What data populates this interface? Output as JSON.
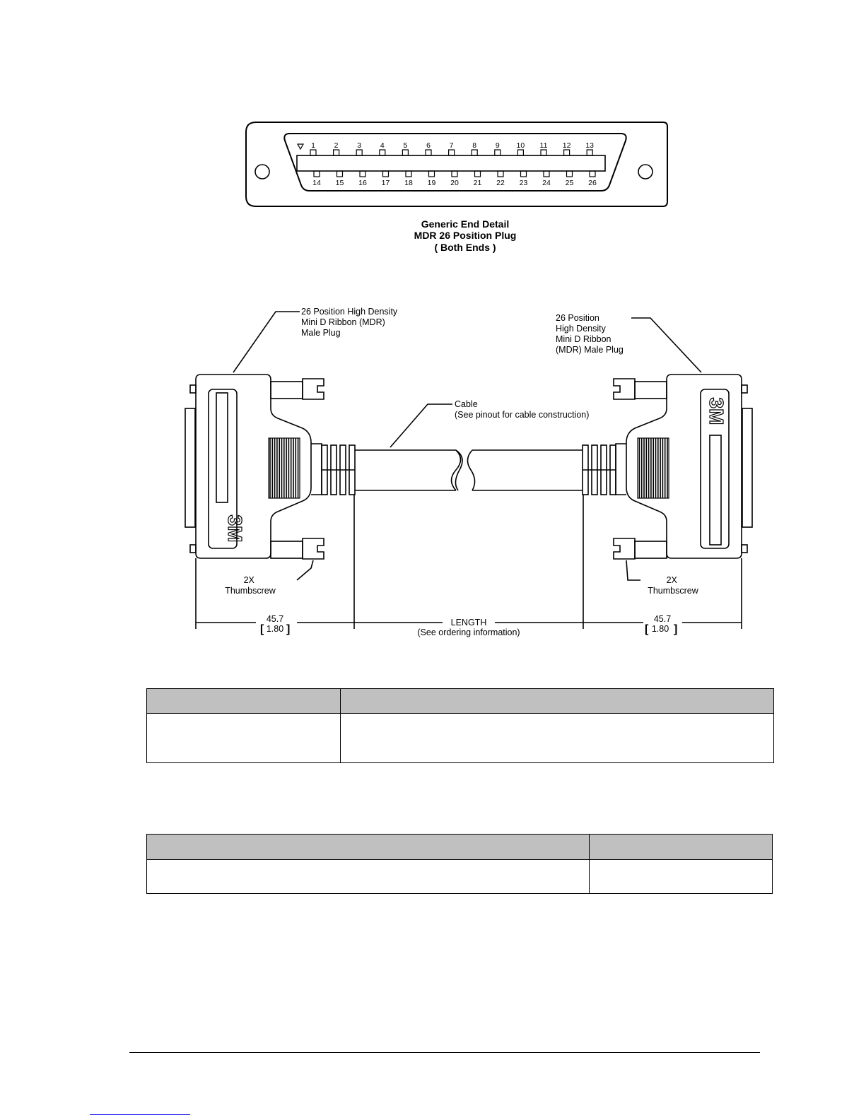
{
  "end_detail": {
    "pins_top": [
      "1",
      "2",
      "3",
      "4",
      "5",
      "6",
      "7",
      "8",
      "9",
      "10",
      "11",
      "12",
      "13"
    ],
    "pins_bottom": [
      "14",
      "15",
      "16",
      "17",
      "18",
      "19",
      "20",
      "21",
      "22",
      "23",
      "24",
      "25",
      "26"
    ],
    "caption_line1": "Generic End Detail",
    "caption_line2": "MDR 26 Position Plug",
    "caption_line3": "( Both Ends )"
  },
  "cable_drawing": {
    "left_plug_label": [
      "26 Position High Density",
      "Mini D Ribbon (MDR)",
      "Male Plug"
    ],
    "right_plug_label": [
      "26 Position",
      "High Density",
      "Mini D Ribbon",
      "(MDR) Male Plug"
    ],
    "cable_label": [
      "Cable",
      "(See pinout for cable construction)"
    ],
    "thumbscrew_label": [
      "2X",
      "Thumbscrew"
    ],
    "logo_text": "3M",
    "dim_end_value": "45.7",
    "dim_end_inch": "1.80",
    "dim_length_label": "LENGTH",
    "dim_length_note": "(See ordering information)"
  },
  "colors": {
    "table_header": "#c0c0c0",
    "link": "#0000ee"
  }
}
